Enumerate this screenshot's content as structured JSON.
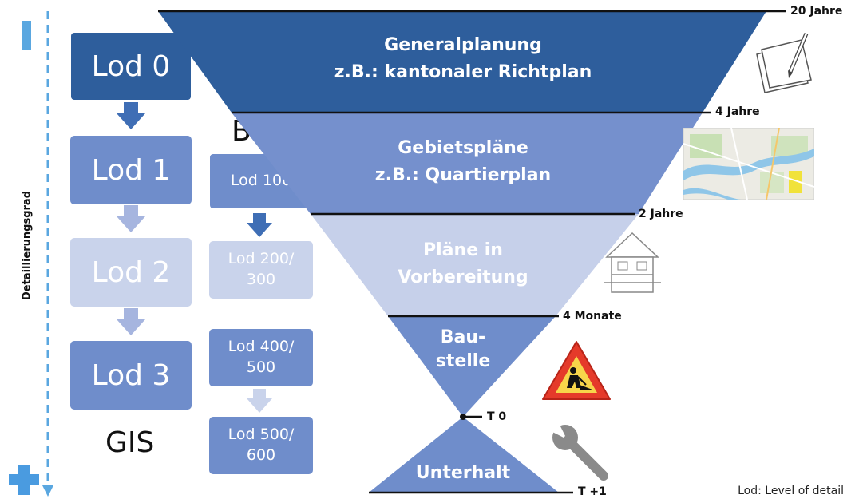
{
  "left_axis": {
    "label": "Detaillierungsgrad",
    "colors": {
      "line": "#5aa7e0",
      "minus": "#5aa7e0",
      "plus": "#4a9be0"
    }
  },
  "lod_column": {
    "items": [
      {
        "label": "Lod 0",
        "color": "#2e5e9c"
      },
      {
        "label": "Lod 1",
        "color": "#6f8dcb"
      },
      {
        "label": "Lod 2",
        "color": "#c9d3eb"
      },
      {
        "label": "Lod 3",
        "color": "#6f8dcb"
      }
    ],
    "footer": "GIS"
  },
  "bim_column": {
    "header": "BIM",
    "items": [
      {
        "label": "Lod 100",
        "color": "#6f8dcb"
      },
      {
        "label": "Lod 200/ 300",
        "color": "#c9d3eb"
      },
      {
        "label": "Lod 400/ 500",
        "color": "#6f8dcb"
      },
      {
        "label": "Lod 500/ 600",
        "color": "#6f8dcb"
      }
    ]
  },
  "funnel": {
    "segments": [
      {
        "line1": "Generalplanung",
        "line2": "z.B.: kantonaler Richtplan",
        "color": "#2e5e9c",
        "icon": "document-pen-icon"
      },
      {
        "line1": "Gebietspläne",
        "line2": "z.B.: Quartierplan",
        "color": "#7590cd",
        "icon": "map-icon"
      },
      {
        "line1": "Pläne in",
        "line2": "Vorbereitung",
        "color": "#c6d0ea",
        "icon": "house-icon"
      },
      {
        "line1": "Bau-",
        "line2": "stelle",
        "color": "#6f8dcb",
        "icon": "construction-sign-icon"
      },
      {
        "line1": "Unterhalt",
        "line2": "",
        "color": "#6f8dcb",
        "icon": "wrench-icon"
      }
    ],
    "time_labels": [
      "20 Jahre",
      "4 Jahre",
      "2 Jahre",
      "4 Monate",
      "T 0",
      "T +1"
    ]
  },
  "footnote": "Lod: Level of detail"
}
